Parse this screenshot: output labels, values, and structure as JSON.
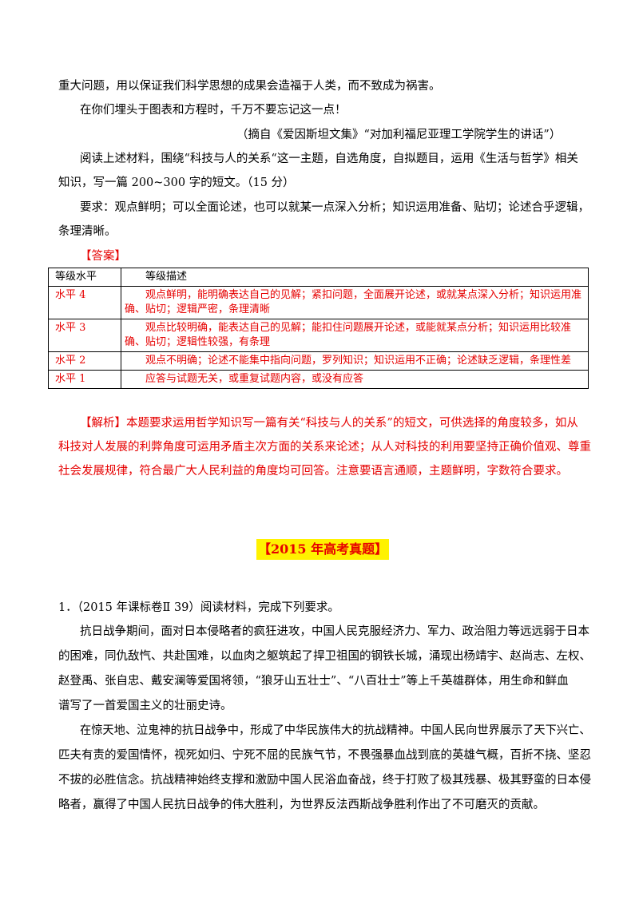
{
  "passage_top": {
    "line1": "重大问题，用以保证我们科学思想的成果会造福于人类，而不致成为祸害。",
    "line2": "在你们埋头于图表和方程时，千万不要忘记这一点！",
    "source": "（摘自《爱因斯坦文集》“对加利福尼亚理工学院学生的讲话”）"
  },
  "question": {
    "line1": "阅读上述材料，围绕“科技与人的关系“这一主题，自选角度，自拟题目，运用《生活与哲学》相关",
    "line2": "知识，写一篇 200~300 字的短文。（15 分）",
    "req_line1": "要求：观点鲜明；可以全面论述，也可以就某一点深入分析；知识运用准备、贴切；论述合乎逻辑，",
    "req_line2": "条理清晰。"
  },
  "answer_label": "【答案】",
  "grading_table": {
    "header": {
      "level": "等级水平",
      "desc": "等级描述"
    },
    "rows": [
      {
        "level": "水平 4",
        "desc": "观点鲜明，能明确表达自己的见解；紧扣问题，全面展开论述，或就某点深入分析；知识运用准确、贴切；逻辑严密，条理清晰"
      },
      {
        "level": "水平 3",
        "desc": "观点比较明确，能表达自己的见解；能扣住问题展开论述，或能就某点分析；知识运用比较准确、贴切；逻辑性较强，有条理"
      },
      {
        "level": "水平 2",
        "desc": "观点不明确；论述不能集中指向问题，罗列知识；知识运用不正确；论述缺乏逻辑，条理性差"
      },
      {
        "level": "水平 1",
        "desc": "应答与试题无关，或重复试题内容，或没有应答"
      }
    ]
  },
  "analysis": {
    "line1": "【解析】本题要求运用哲学知识写一篇有关“科技与人的关系”的短文，可供选择的角度较多，如从",
    "line2": "科技对人发展的利弊角度可运用矛盾主次方面的关系来论述；从人对科技的利用要坚持正确价值观、尊重",
    "line3": "社会发展规律，符合最广大人民利益的角度均可回答。注意要语言通顺，主题鲜明，字数符合要求。"
  },
  "section_heading": "【2015 年高考真题】",
  "question2": {
    "intro": "1．（2015 年课标卷Ⅱ 39）阅读材料，完成下列要求。",
    "p1_line1": "抗日战争期间，面对日本侵略者的疯狂进攻，中国人民克服经济力、军力、政治阻力等远远弱于日本",
    "p1_line2": "的困难，同仇敌忾、共赴国难，以血肉之躯筑起了捍卫祖国的钢铁长城，涌现出杨靖宇、赵尚志、左权、",
    "p1_line3": "赵登禹、张自忠、戴安澜等爱国将领，“狼牙山五壮士”、“八百壮士”等上千英雄群体，用生命和鲜血",
    "p1_line4": "谱写了一首爱国主义的壮丽史诗。",
    "p2_line1": "在惊天地、泣鬼神的抗日战争中，形成了中华民族伟大的抗战精神。中国人民向世界展示了天下兴亡、",
    "p2_line2": "匹夫有责的爱国情怀，视死如归、宁死不屈的民族气节，不畏强暴血战到底的英雄气概，百折不挠、坚忍",
    "p2_line3": "不拔的必胜信念。抗战精神始终支撑和激励中国人民浴血奋战，终于打败了极其残暴、极其野蛮的日本侵",
    "p2_line4": "略者，赢得了中国人民抗日战争的伟大胜利，为世界反法西斯战争胜利作出了不可磨灭的贡献。"
  }
}
